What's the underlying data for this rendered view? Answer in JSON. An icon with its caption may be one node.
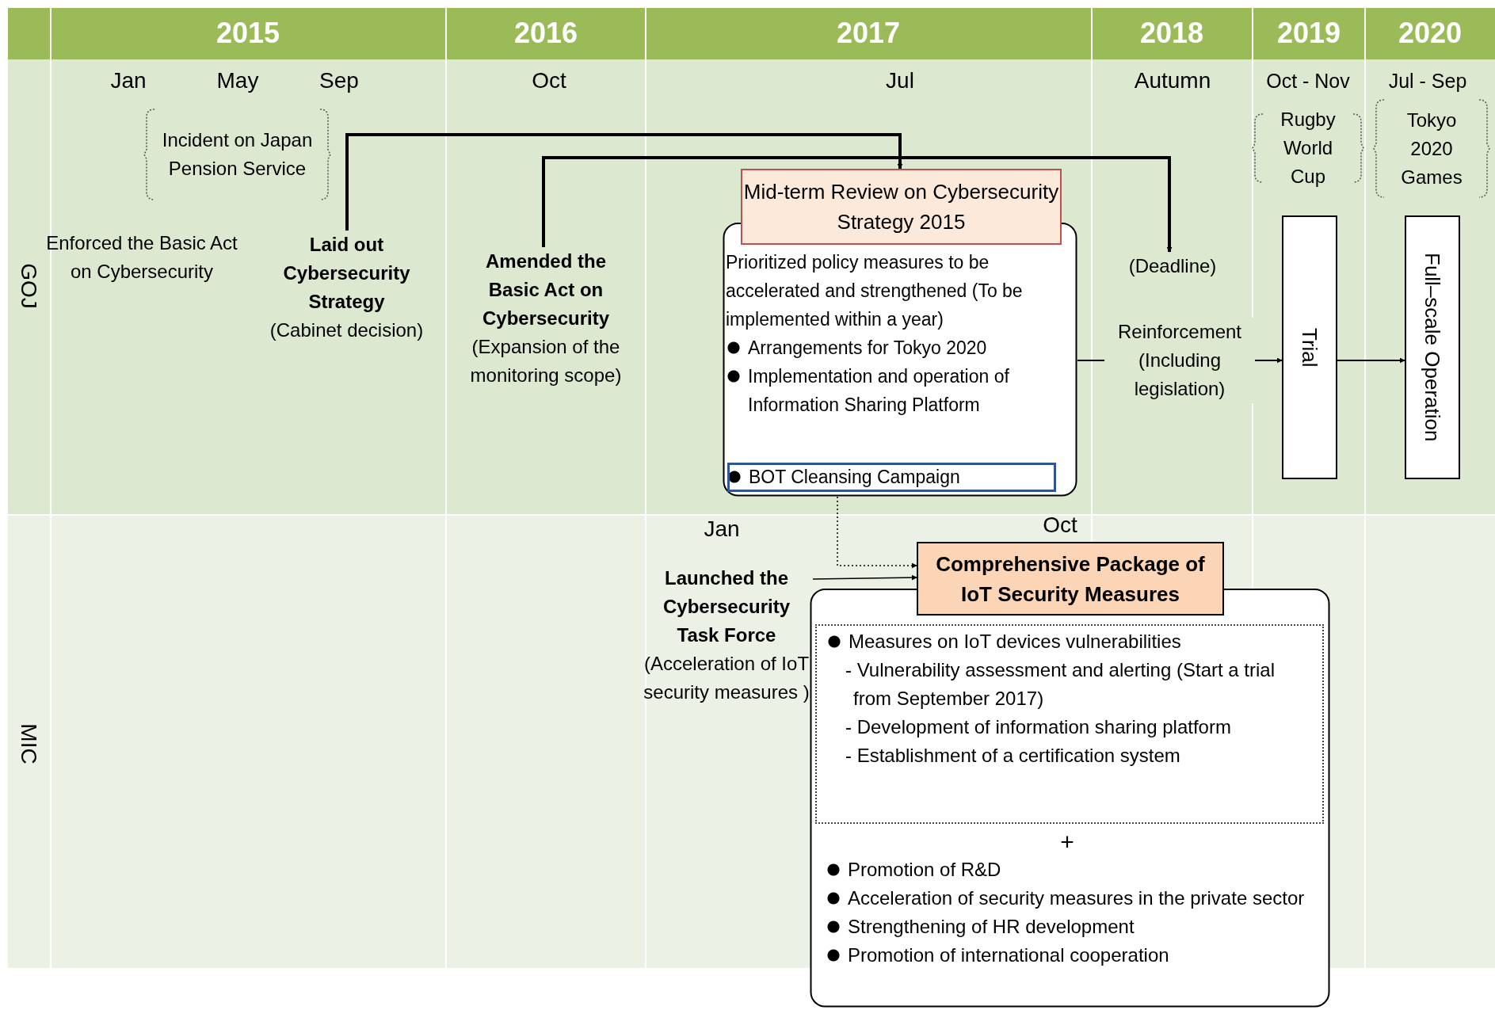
{
  "diagram": {
    "nodes": [
      {
        "text": [
          "Incident on Japan Pension Service"
        ]
      },
      {
        "text": [
          "Enforced the Basic Act on Cybersecurity"
        ]
      },
      {
        "text": [
          "Laid out Cybersecurity Strategy",
          "(Cabinet decision)"
        ]
      },
      {
        "text": [
          "Amended the Basic Act on Cybersecurity",
          "(Expansion of the monitoring scope)"
        ]
      },
      {
        "text": [
          "Mid-term Review on Cybersecurity Strategy 2015",
          "Prioritized policy measures to be accelerated and strengthened (To be implemented within a year)",
          "Arrangements for Tokyo 2020",
          "Implementation and operation of Information Sharing Platform"
        ]
      },
      {
        "text": [
          "BOT Cleansing Campaign"
        ],
        "in": 4
      },
      {
        "text": [
          "(Deadline)"
        ]
      },
      {
        "text": [
          "Rugby World Cup"
        ]
      },
      {
        "text": [
          "Tokyo 2020 Games"
        ]
      },
      {
        "text": [
          "Trial"
        ]
      },
      {
        "text": [
          "Full–scale Operation"
        ]
      },
      {
        "text": [
          "Launched the Cybersecurity Task Force",
          "(Acceleration of IoT security measures )"
        ]
      },
      {
        "text": [
          "Comprehensive Package of IoT Security Measures",
          "+",
          "Promotion of R&D",
          "Acceleration of security measures in the private sector",
          "Strengthening of HR development",
          "Promotion of international cooperation"
        ]
      },
      {
        "text": [
          "Measures on IoT devices vulnerabilities",
          "- Vulnerability assessment and alerting (Start a trial from September 2017)",
          "- Development of information sharing platform",
          "- Establishment of a certification system"
        ],
        "in": 12
      }
    ],
    "edges": [
      {
        "from": 2,
        "to": 4,
        "arrow": "to"
      },
      {
        "from": 3,
        "to": 6,
        "arrow": "to"
      },
      {
        "from": 4,
        "to": 9,
        "arrow": "to",
        "label": "Reinforcement (Including legislation)"
      },
      {
        "from": 9,
        "to": 10,
        "arrow": "to"
      },
      {
        "from": 4,
        "to": 12,
        "arrow": "to",
        "style": "dashed"
      },
      {
        "from": 11,
        "to": 12,
        "arrow": "to"
      }
    ],
    "labels": [
      "2015",
      "2016",
      "2017",
      "2018",
      "2019",
      "2020",
      "Jan",
      "May",
      "Sep",
      "Oct",
      "Jul",
      "Autumn",
      "Oct - Nov",
      "Jul - Sep",
      "GOJ",
      "Jan",
      "Oct",
      "MIC"
    ]
  }
}
